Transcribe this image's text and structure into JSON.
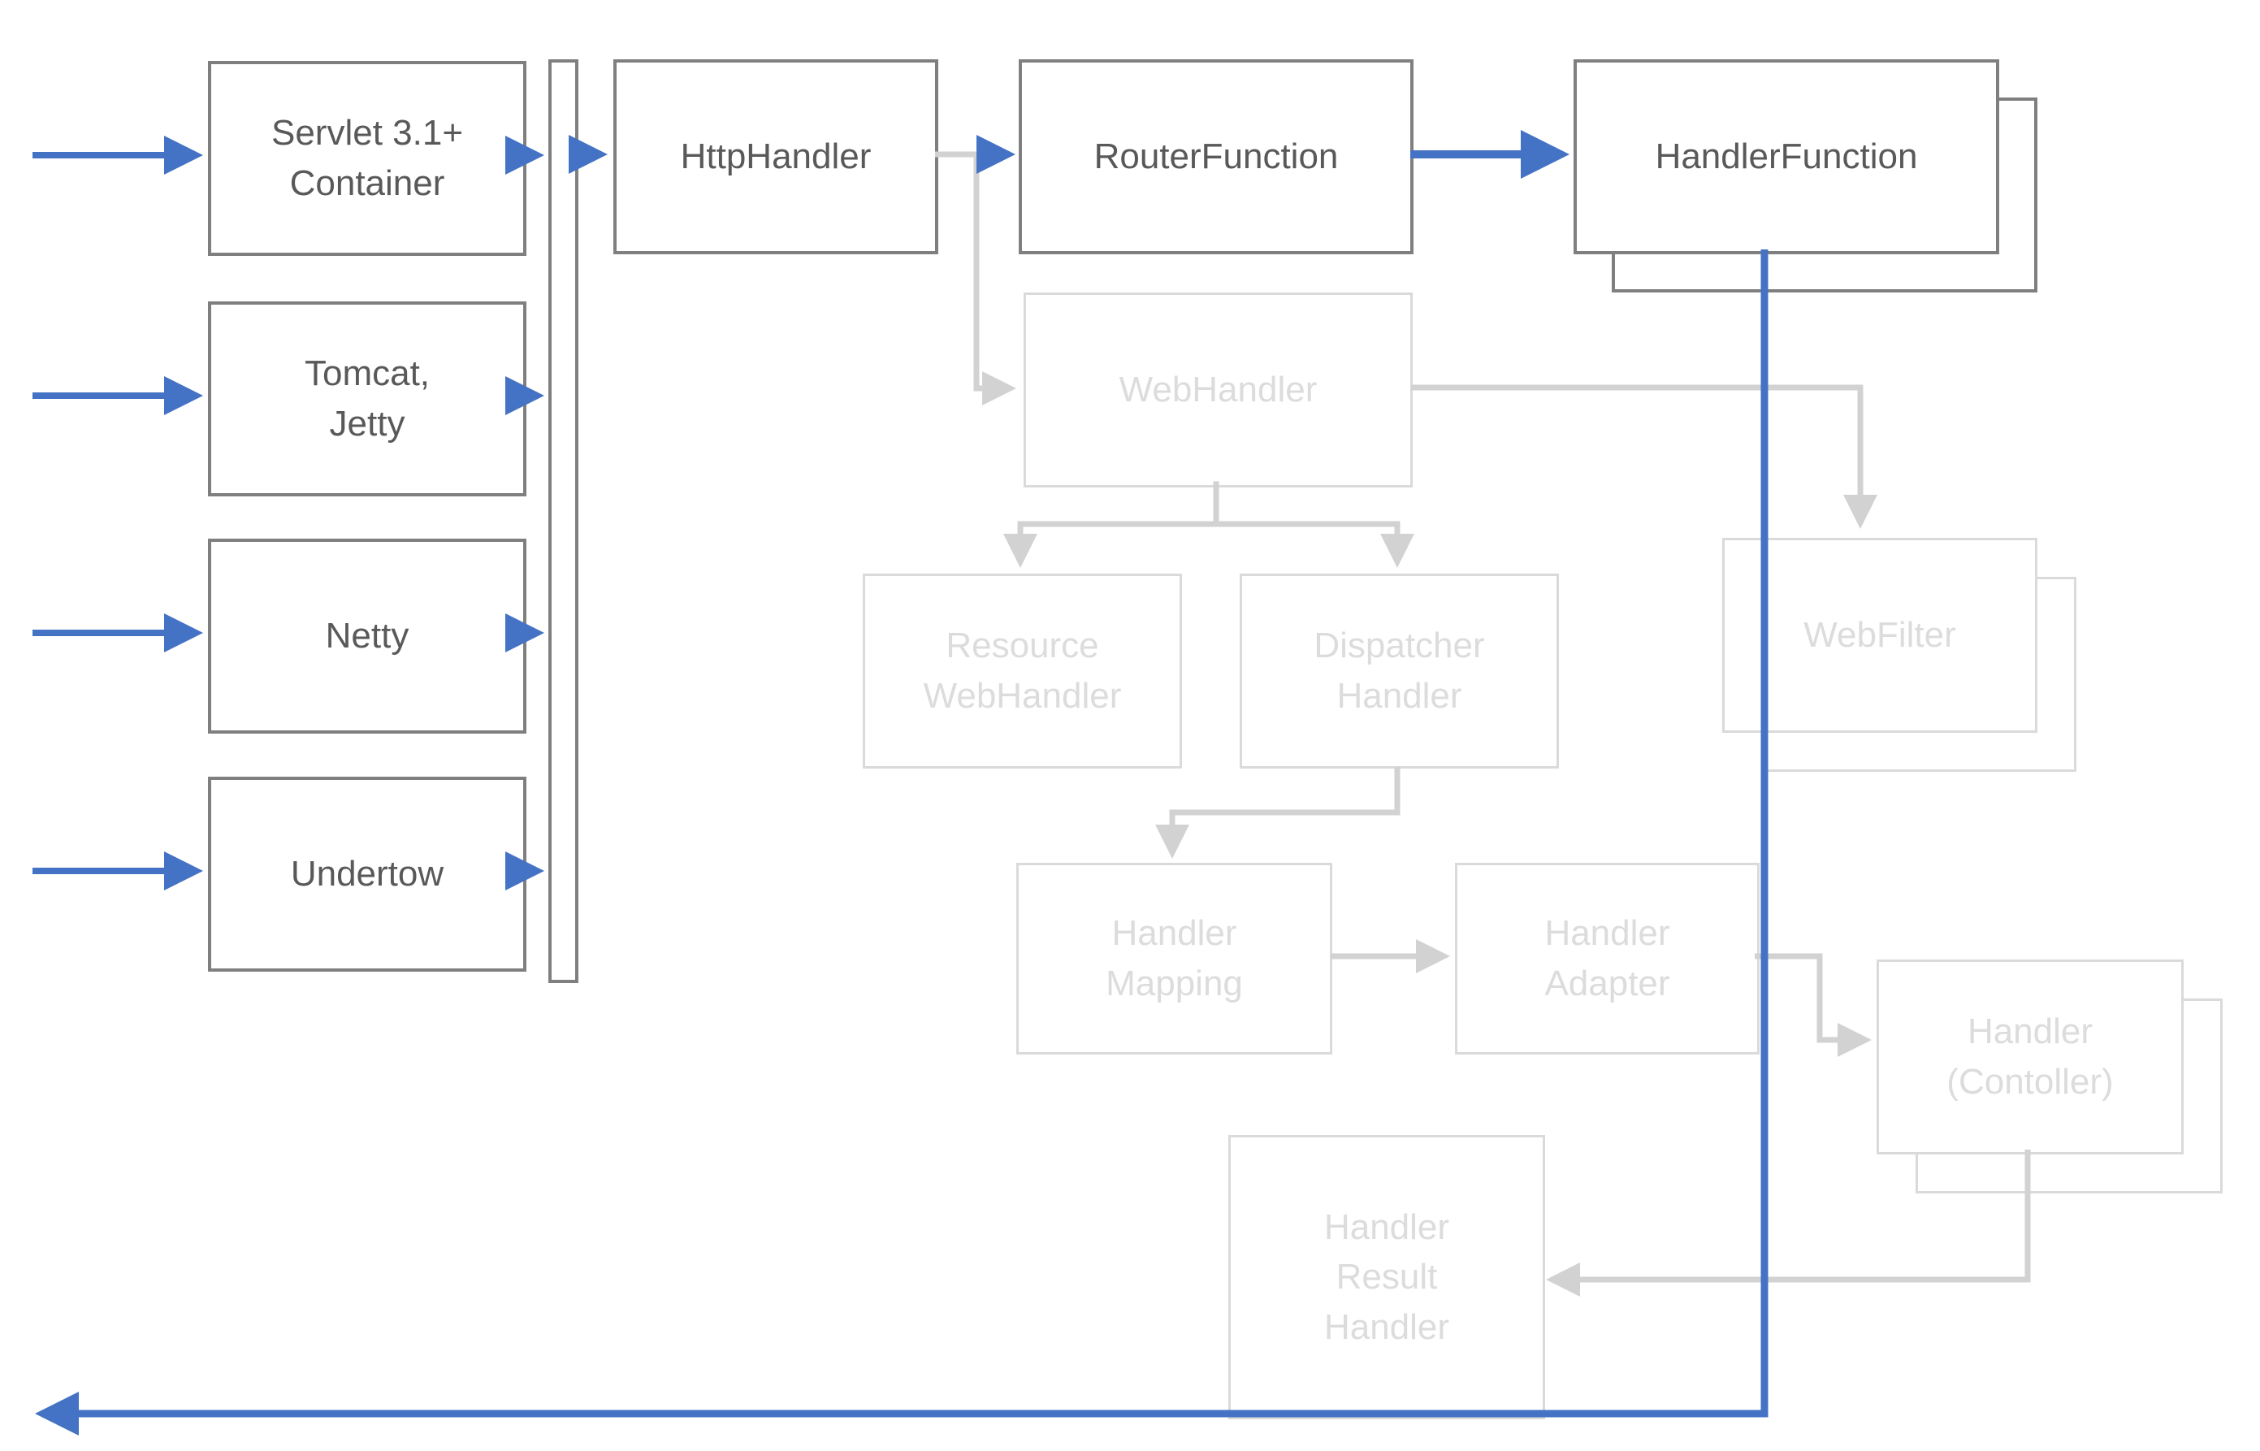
{
  "colors": {
    "blue": "#4472c4",
    "box_border": "#7f7f7f",
    "box_text": "#595959",
    "faded_border": "#dadada",
    "faded_text": "#dcdcdc",
    "faded_line": "#d2d2d2"
  },
  "nodes": {
    "servlet_container": {
      "label": "Servlet 3.1+\nContainer",
      "state": "active"
    },
    "tomcat_jetty": {
      "label": "Tomcat,\nJetty",
      "state": "active"
    },
    "netty": {
      "label": "Netty",
      "state": "active"
    },
    "undertow": {
      "label": "Undertow",
      "state": "active"
    },
    "http_handler": {
      "label": "HttpHandler",
      "state": "active"
    },
    "router_function": {
      "label": "RouterFunction",
      "state": "active"
    },
    "handler_function": {
      "label": "HandlerFunction",
      "state": "active"
    },
    "web_handler": {
      "label": "WebHandler",
      "state": "faded"
    },
    "resource_web_handler": {
      "label": "Resource\nWebHandler",
      "state": "faded"
    },
    "dispatcher_handler": {
      "label": "Dispatcher\nHandler",
      "state": "faded"
    },
    "web_filter": {
      "label": "WebFilter",
      "state": "faded"
    },
    "handler_mapping": {
      "label": "Handler\nMapping",
      "state": "faded"
    },
    "handler_adapter": {
      "label": "Handler\nAdapter",
      "state": "faded"
    },
    "handler_controller": {
      "label": "Handler\n(Contoller)",
      "state": "faded"
    },
    "handler_result_handler": {
      "label": "Handler\nResult\nHandler",
      "state": "faded"
    }
  }
}
